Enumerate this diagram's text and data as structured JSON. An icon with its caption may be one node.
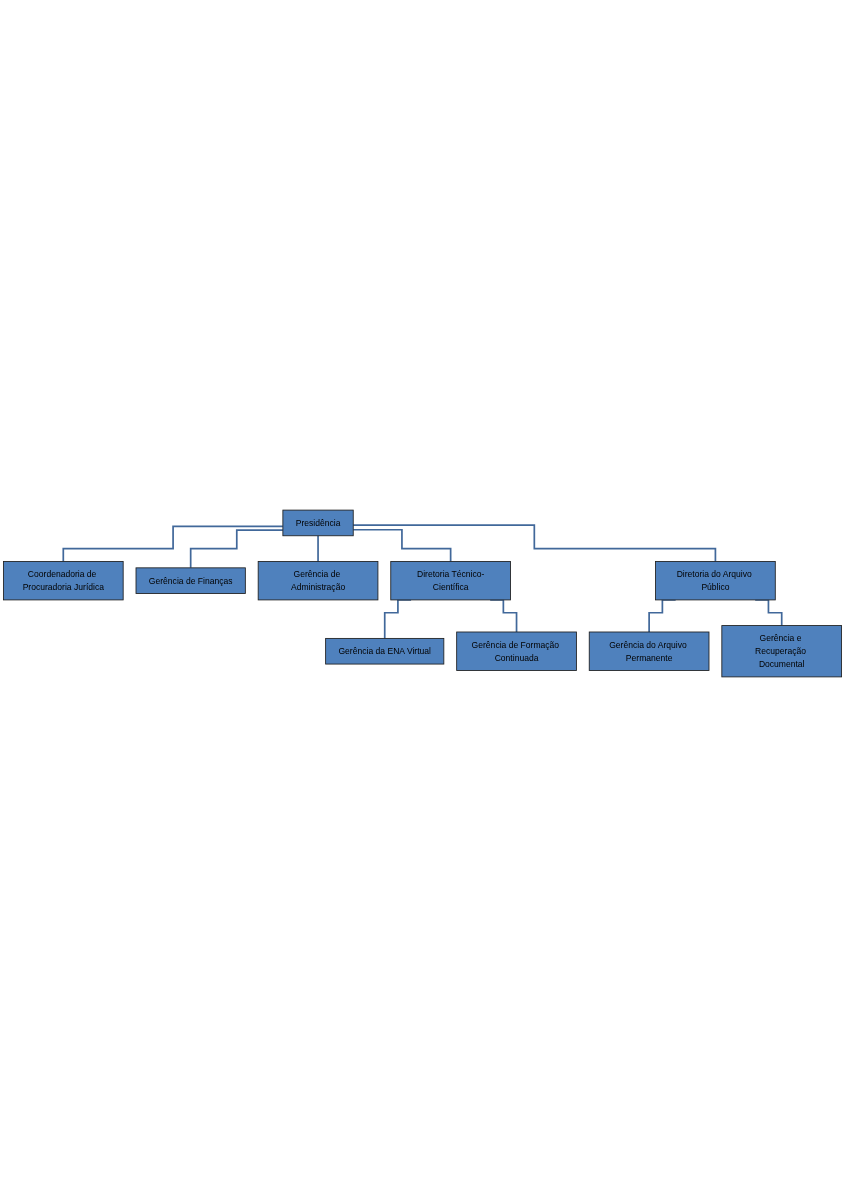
{
  "diagram": {
    "nodes": [
      {
        "text": [
          "Presidência"
        ]
      },
      {
        "text": [
          "Coordenadoria de Procuradoria Jurídica"
        ]
      },
      {
        "text": [
          "Gerência de Finanças"
        ]
      },
      {
        "text": [
          "Gerência de Administração"
        ]
      },
      {
        "text": [
          "Diretoria Técnico-Científica"
        ]
      },
      {
        "text": [
          "Diretoria do Arquivo Público"
        ]
      },
      {
        "text": [
          "Gerência da ENA Virtual"
        ]
      },
      {
        "text": [
          "Gerência de Formação Continuada"
        ]
      },
      {
        "text": [
          "Gerência do Arquivo Permanente"
        ]
      },
      {
        "text": [
          "Gerência e Recuperação Documental"
        ]
      }
    ],
    "edges": [
      {
        "from": 0,
        "to": 1,
        "arrow": "none"
      },
      {
        "from": 0,
        "to": 2,
        "arrow": "none"
      },
      {
        "from": 0,
        "to": 3,
        "arrow": "none"
      },
      {
        "from": 0,
        "to": 4,
        "arrow": "none"
      },
      {
        "from": 0,
        "to": 5,
        "arrow": "none"
      },
      {
        "from": 4,
        "to": 6,
        "arrow": "none"
      },
      {
        "from": 4,
        "to": 7,
        "arrow": "none"
      },
      {
        "from": 5,
        "to": 8,
        "arrow": "none"
      },
      {
        "from": 5,
        "to": 9,
        "arrow": "none"
      }
    ]
  }
}
